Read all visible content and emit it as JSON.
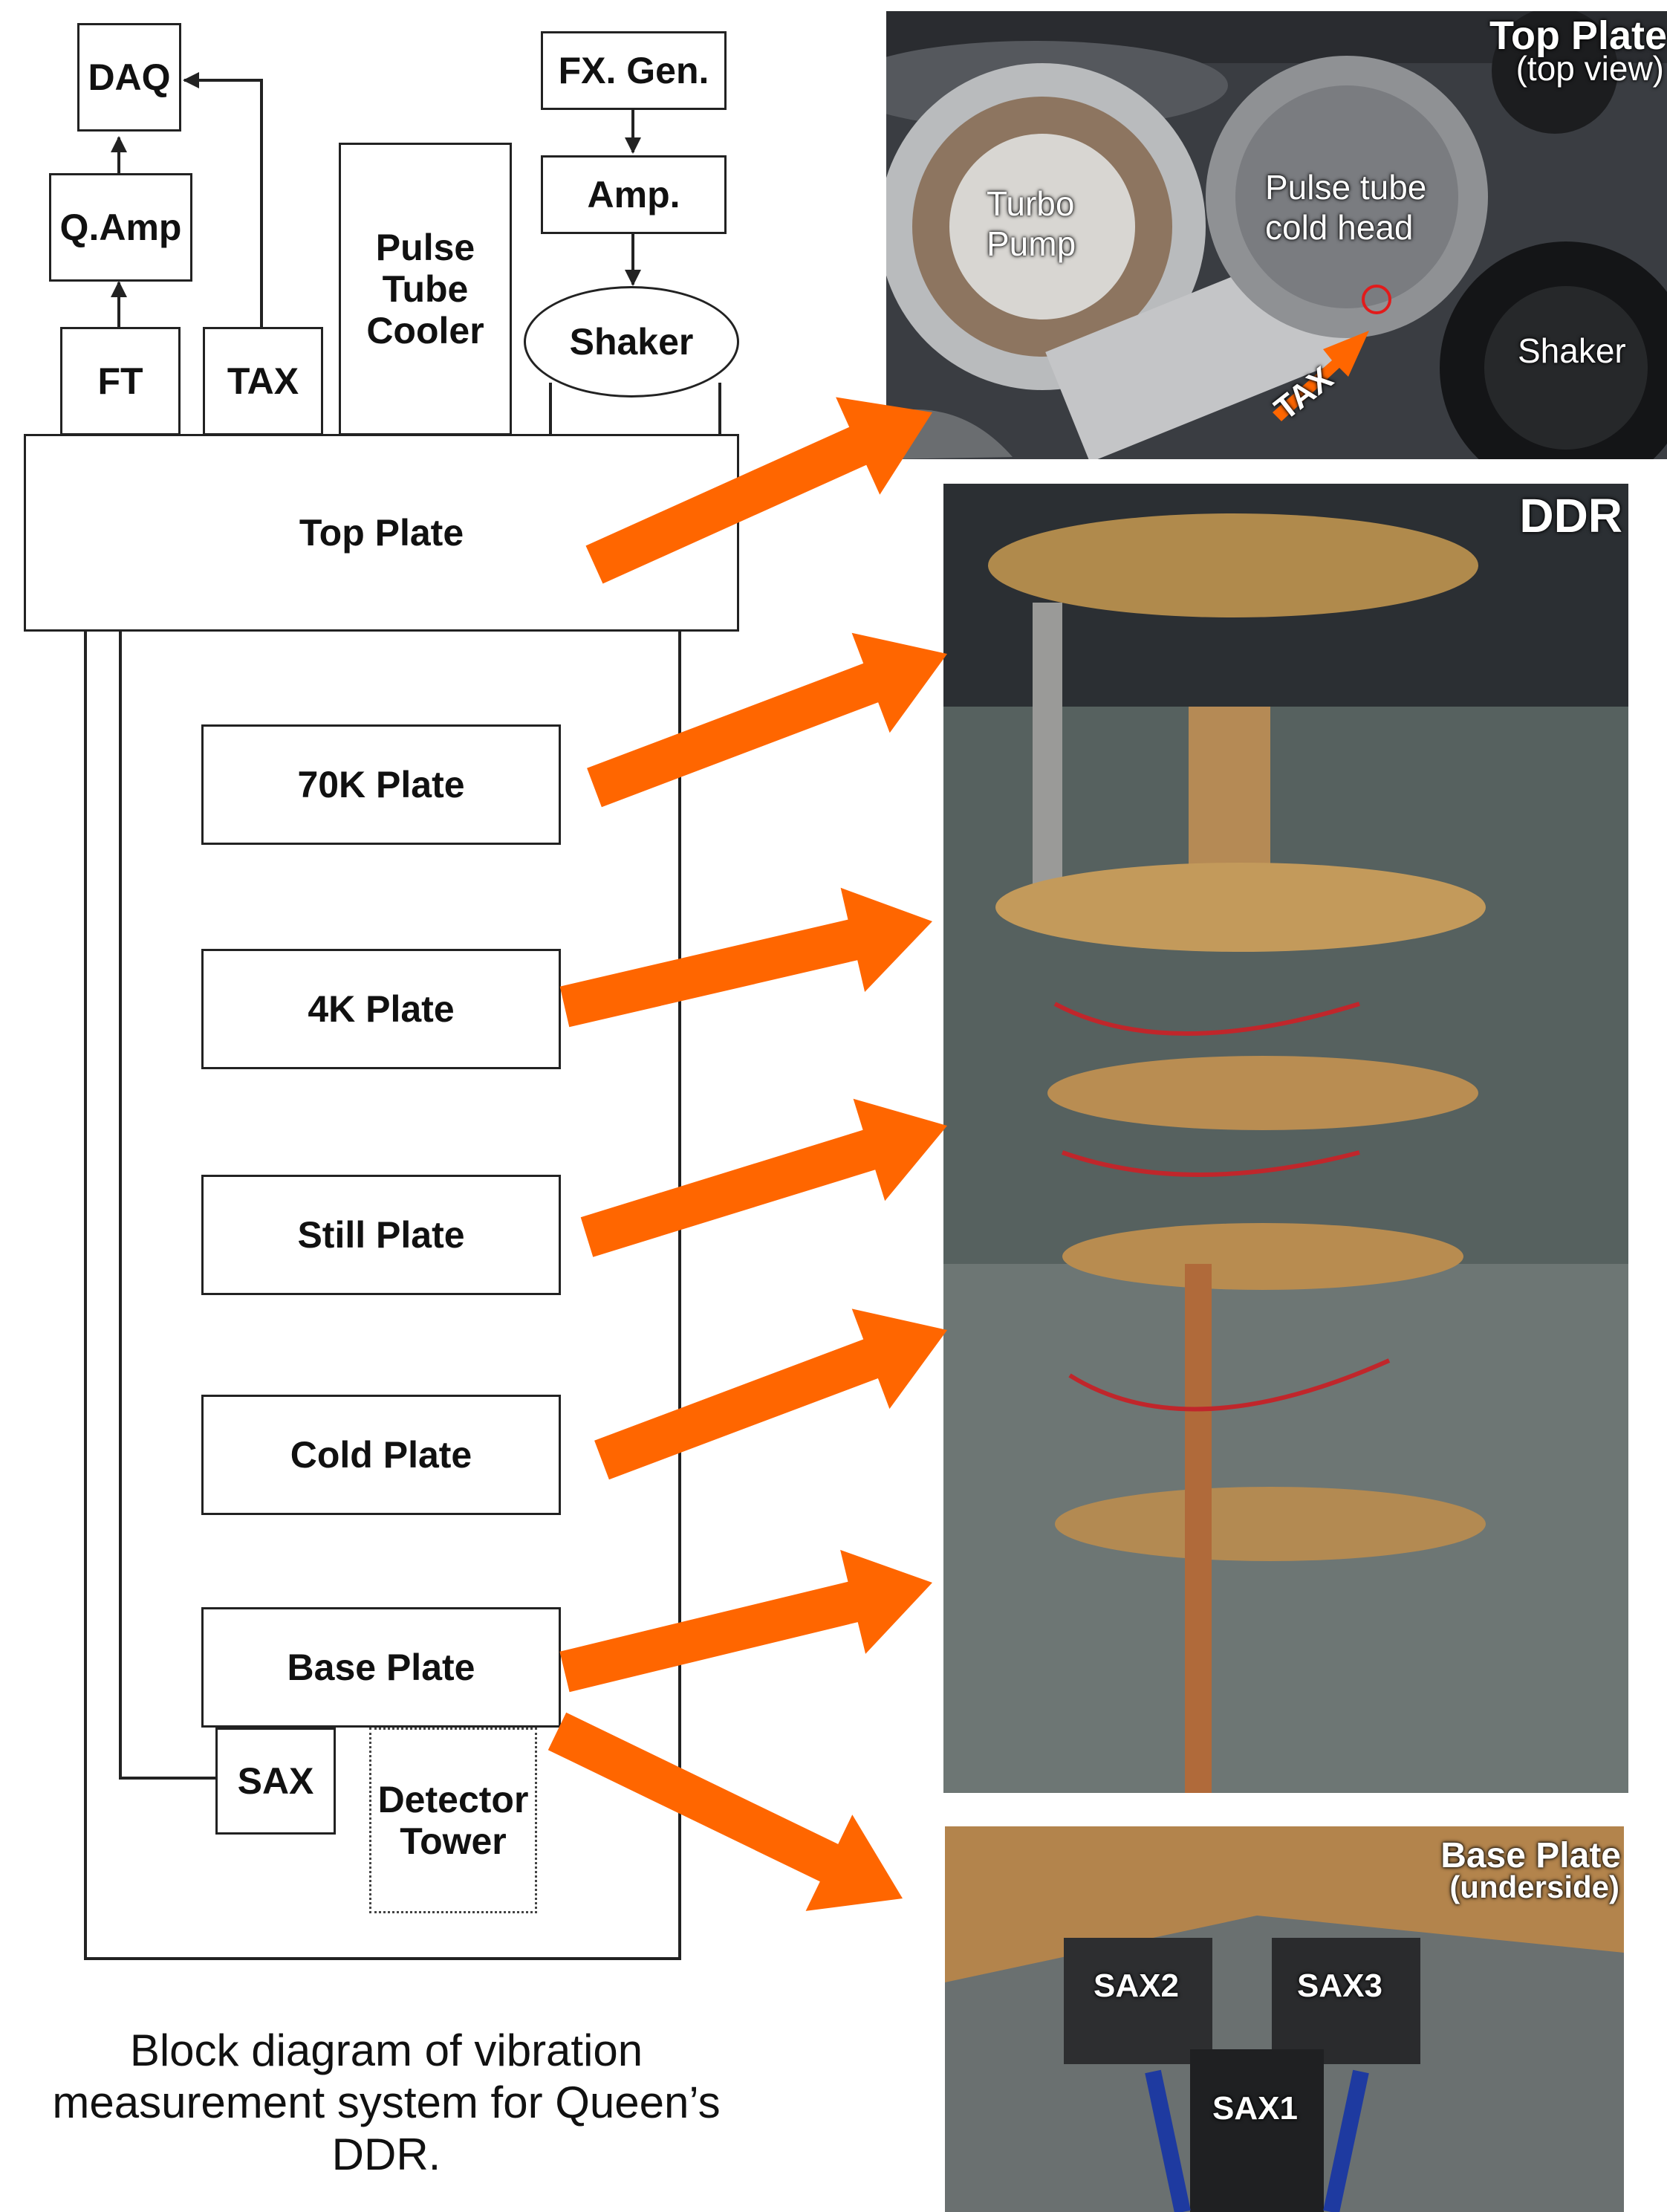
{
  "blocks": {
    "daq": "DAQ",
    "qamp": "Q.Amp",
    "ft": "FT",
    "tax": "TAX",
    "pulse_tube": "Pulse Tube Cooler",
    "fxgen": "FX. Gen.",
    "amp": "Amp.",
    "shaker": "Shaker",
    "top_plate": "Top Plate",
    "plate_70k": "70K Plate",
    "plate_4k": "4K Plate",
    "still_plate": "Still Plate",
    "cold_plate": "Cold Plate",
    "base_plate": "Base Plate",
    "sax": "SAX",
    "detector_tower": "Detector Tower"
  },
  "caption": "Block diagram of vibration measurement system for Queen’s DDR.",
  "photos": {
    "top": {
      "title": "Top Plate",
      "subtitle": "(top view)",
      "turbo": "Turbo Pump",
      "pulse_head": "Pulse tube cold head",
      "shaker": "Shaker",
      "tax": "TAX"
    },
    "ddr": {
      "title": "DDR"
    },
    "base": {
      "title": "Base Plate",
      "subtitle": "(underside)",
      "sax1": "SAX1",
      "sax2": "SAX2",
      "sax3": "SAX3"
    }
  },
  "colors": {
    "arrow": "#ff6600",
    "line": "#222222"
  }
}
